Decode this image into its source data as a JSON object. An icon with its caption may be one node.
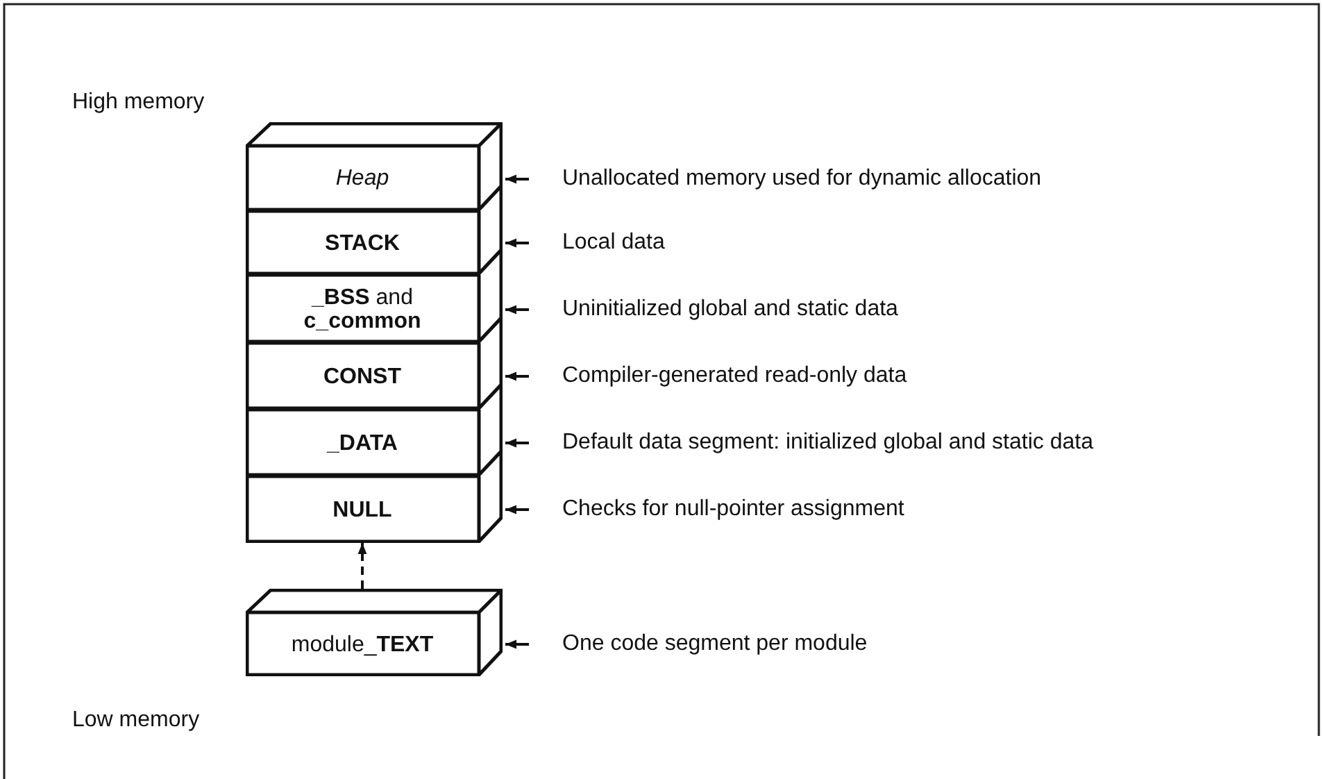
{
  "diagram": {
    "nodes": [
      {
        "text": [
          "Heap"
        ]
      },
      {
        "text": [
          "STACK"
        ]
      },
      {
        "text": [
          "**_BSS** and **c_common**"
        ]
      },
      {
        "text": [
          "CONST"
        ]
      },
      {
        "text": [
          "_DATA"
        ]
      },
      {
        "text": [
          "NULL"
        ]
      },
      {
        "text": [
          "module_**TEXT**"
        ]
      },
      {
        "text": [
          "Unallocated memory used for dynamic allocation"
        ]
      },
      {
        "text": [
          "Local data"
        ]
      },
      {
        "text": [
          "Uninitialized global and static data"
        ]
      },
      {
        "text": [
          "Compiler-generated read-only data"
        ]
      },
      {
        "text": [
          "Default data segment: initialized global and static data"
        ]
      },
      {
        "text": [
          "Checks for null-pointer assignment"
        ]
      },
      {
        "text": [
          "One code segment per module"
        ]
      }
    ],
    "edges": [
      {
        "from": 7,
        "to": 0,
        "arrow": "to"
      },
      {
        "from": 8,
        "to": 1,
        "arrow": "to"
      },
      {
        "from": 9,
        "to": 2,
        "arrow": "to"
      },
      {
        "from": 10,
        "to": 3,
        "arrow": "to"
      },
      {
        "from": 11,
        "to": 4,
        "arrow": "to"
      },
      {
        "from": 12,
        "to": 5,
        "arrow": "to"
      },
      {
        "from": 13,
        "to": 6,
        "arrow": "to"
      },
      {
        "from": 6,
        "to": 5,
        "arrow": "to",
        "style": "dashed"
      }
    ],
    "labels": [
      "High memory",
      "Low memory"
    ]
  }
}
